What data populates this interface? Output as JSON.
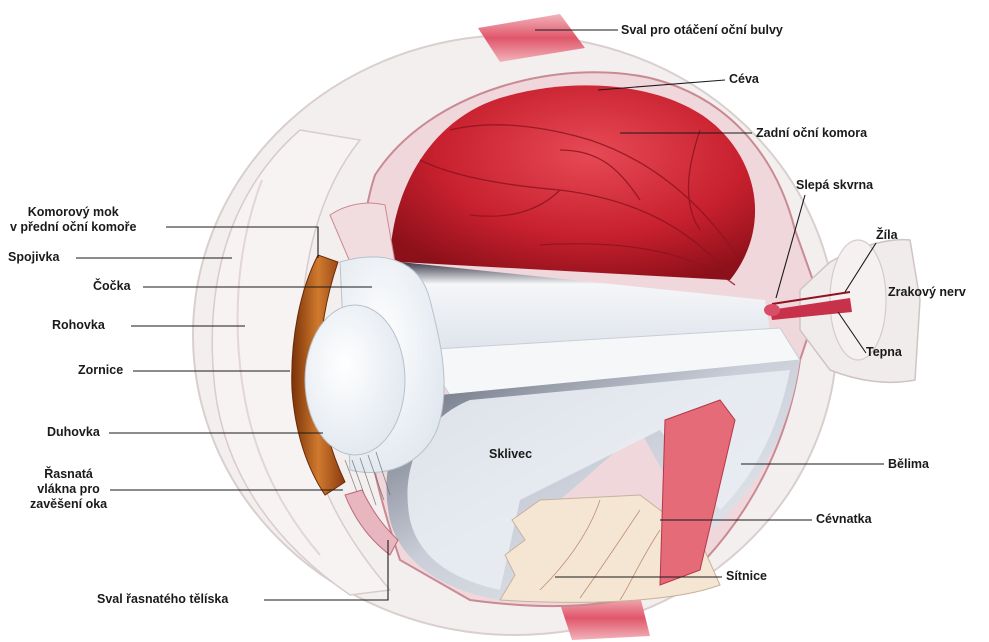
{
  "labels": {
    "sval_otaceni": "Sval pro otáčení oční bulvy",
    "ceva": "Céva",
    "zadni_komora": "Zadní oční komora",
    "slepa_skvrna": "Slepá skvrna",
    "zila": "Žíla",
    "zrakovy_nerv": "Zrakový nerv",
    "tepna": "Tepna",
    "komorovy_mok": "Komorový mok\nv přední oční komoře",
    "spojivka": "Spojivka",
    "cocka": "Čočka",
    "rohovka": "Rohovka",
    "zornice": "Zornice",
    "duhovka": "Duhovka",
    "rasnata_vlakna": "Řasnatá\nvlákna pro\nzavěšení oka",
    "sklivec": "Sklivec",
    "belima": "Bělima",
    "cevnatka": "Cévnatka",
    "sitnice": "Sítnice",
    "sval_rasnateho": "Sval řasnatého tělíska"
  },
  "colors": {
    "posterior_chamber": "#c8202e",
    "sclera": "#f3eeee",
    "iris": "#c0611e",
    "muscle": "#e07c86",
    "vitreous": "#e8ecf2",
    "retina": "#f4e6d6",
    "vessel": "#8e1420"
  }
}
